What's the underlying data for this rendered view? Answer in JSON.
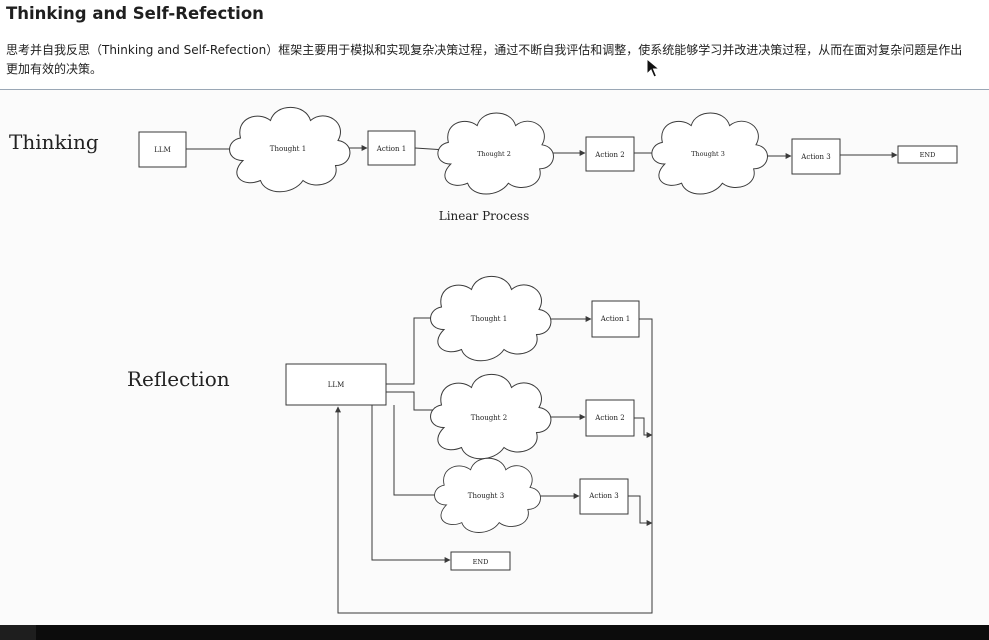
{
  "header": {
    "title": "Thinking and Self-Refection",
    "intro": "思考并自我反思（Thinking and Self-Refection）框架主要用于模拟和实现复杂决策过程，通过不断自我评估和调整，使系统能够学习并改进决策过程，从而在面对复杂问题是作出更加有效的决策。"
  },
  "diagram": {
    "thinking": {
      "title": "Thinking",
      "caption": "Linear Process",
      "llm": "LLM",
      "thought1": "Thought 1",
      "action1": "Action 1",
      "thought2": "Thought 2",
      "action2": "Action 2",
      "thought3": "Thought 3",
      "action3": "Action 3",
      "end": "END"
    },
    "reflection": {
      "title": "Reflection",
      "llm": "LLM",
      "thought1": "Thought 1",
      "action1": "Action 1",
      "thought2": "Thought 2",
      "action2": "Action 2",
      "thought3": "Thought 3",
      "action3": "Action 3",
      "end": "END"
    },
    "colors": {
      "stroke": "#3a3a3a",
      "box_fill": "#ffffff",
      "background": "#fbfbfb"
    }
  },
  "icons": {
    "cursor": "mouse-pointer-icon"
  }
}
